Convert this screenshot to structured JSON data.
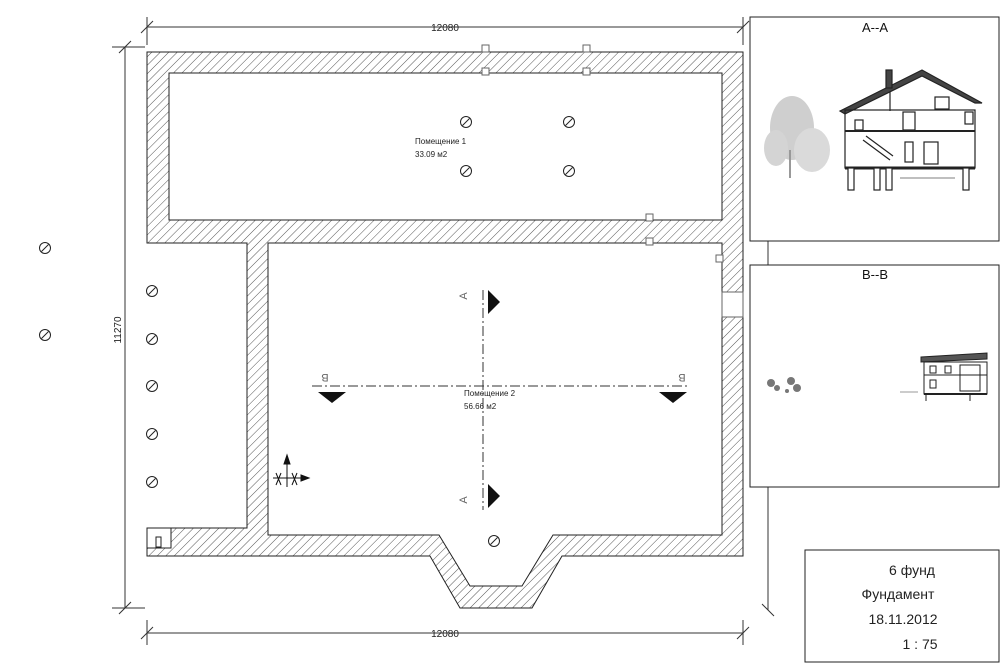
{
  "plan": {
    "dim_top": "12080",
    "dim_bottom": "12080",
    "dim_left": "11270",
    "rooms": [
      {
        "name": "Помещение 1",
        "area": "33.09 м2"
      },
      {
        "name": "Помещение 2",
        "area": "56.66 м2"
      }
    ],
    "section_marks": {
      "a": "A",
      "b": "B"
    }
  },
  "panels": {
    "section_aa": {
      "title": "A--A"
    },
    "section_bb": {
      "title": "B--B"
    }
  },
  "title_block": {
    "sheet": "6 фунд",
    "name": "Фундамент",
    "date": "18.11.2012",
    "scale": "1 : 75"
  }
}
